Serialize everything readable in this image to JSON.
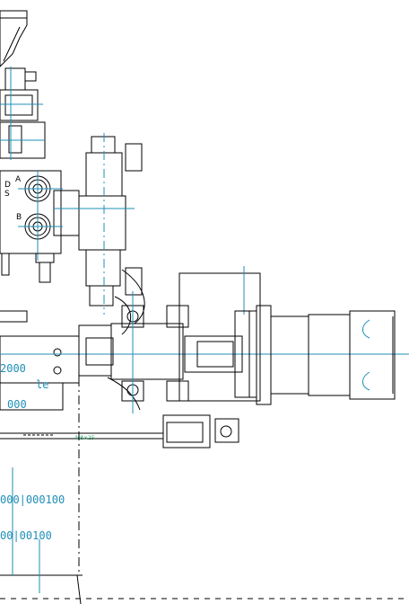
{
  "drawing": {
    "port_labels": {
      "d": "D",
      "a": "A",
      "s": "S",
      "b": "B"
    },
    "dimension_texts": {
      "line_2000": "2000",
      "line_000": "000",
      "line_le": "le",
      "row_1": "000|000100",
      "row_2": "00|00100"
    },
    "callout_text": "M8×25"
  },
  "colors": {
    "cad_line": "#000000",
    "centerline": "#1f8fb7",
    "annotation": "#2aa86a",
    "background": "#ffffff"
  }
}
